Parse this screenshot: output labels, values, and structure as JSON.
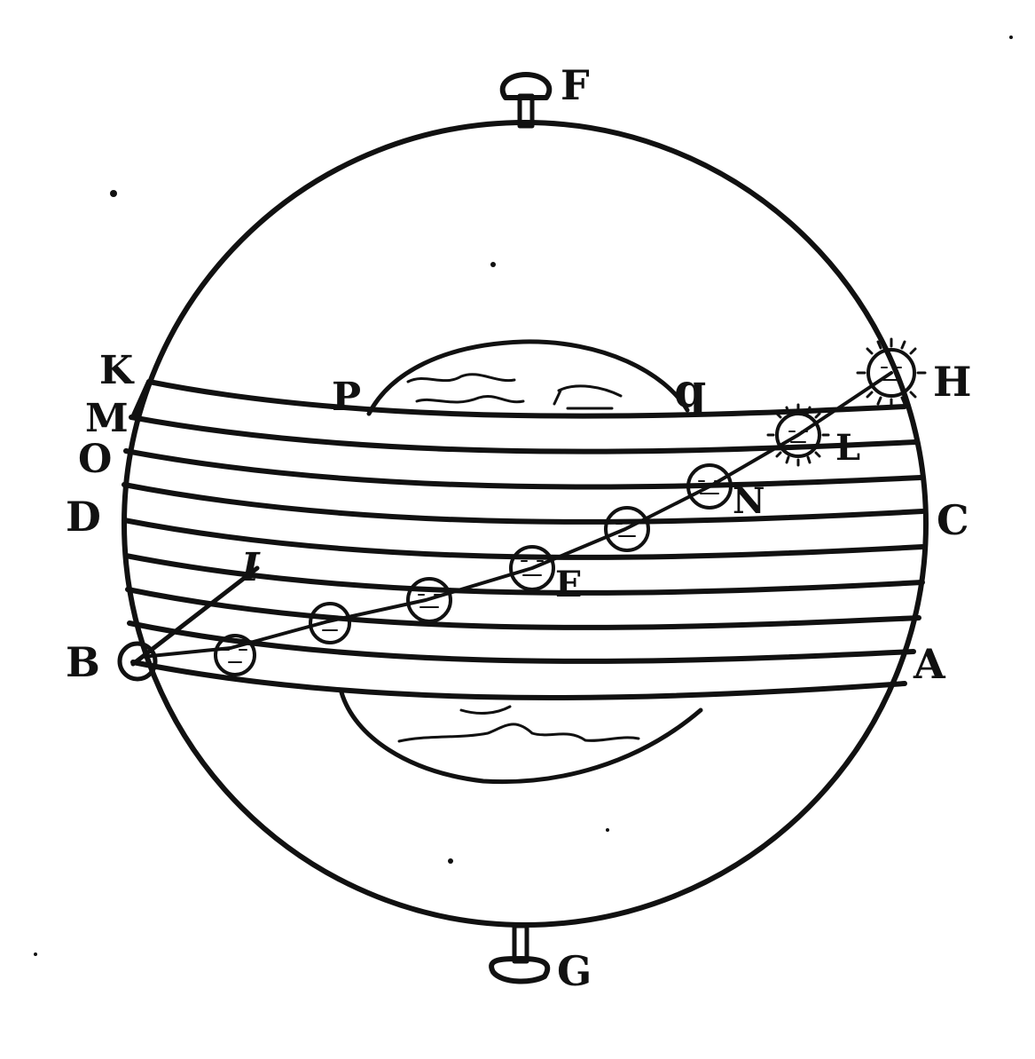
{
  "figure": {
    "labels": {
      "F": "F",
      "G": "G",
      "H": "H",
      "K": "K",
      "M": "M",
      "O": "O",
      "D": "D",
      "C": "C",
      "B": "B",
      "A": "A",
      "P": "P",
      "Q": "q",
      "L": "L",
      "N": "N",
      "E": "E",
      "I": "I"
    },
    "ink_color": "#111111",
    "paper_color": "#ffffff"
  }
}
